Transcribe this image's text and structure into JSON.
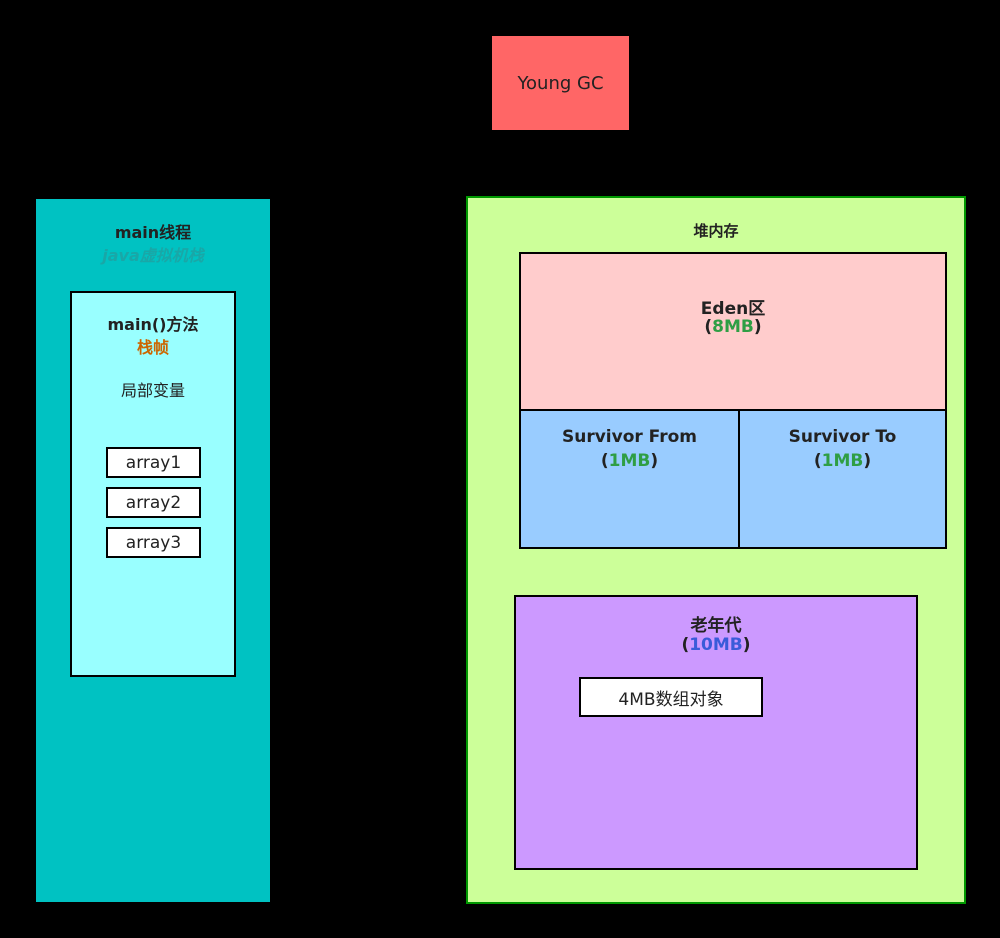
{
  "young_gc": {
    "label": "Young GC"
  },
  "thread": {
    "title": "main线程",
    "subtitle": "java虚拟机栈",
    "frame": {
      "title": "main()方法",
      "subtitle": "栈帧",
      "locals_label": "局部变量",
      "variables": [
        "array1",
        "array2",
        "array3"
      ]
    }
  },
  "heap": {
    "title": "堆内存",
    "eden": {
      "title": "Eden区",
      "size": "8MB"
    },
    "survivor_from": {
      "title": "Survivor From",
      "size": "1MB"
    },
    "survivor_to": {
      "title": "Survivor To",
      "size": "1MB"
    },
    "old_gen": {
      "title": "老年代",
      "size": "10MB",
      "object": "4MB数组对象"
    }
  },
  "colors": {
    "young_gc": "#ff6666",
    "thread": "#00c2c2",
    "frame": "#99ffff",
    "heap": "#ccff99",
    "eden": "#ffcccc",
    "survivor": "#99ccff",
    "old_gen": "#cc99ff"
  }
}
